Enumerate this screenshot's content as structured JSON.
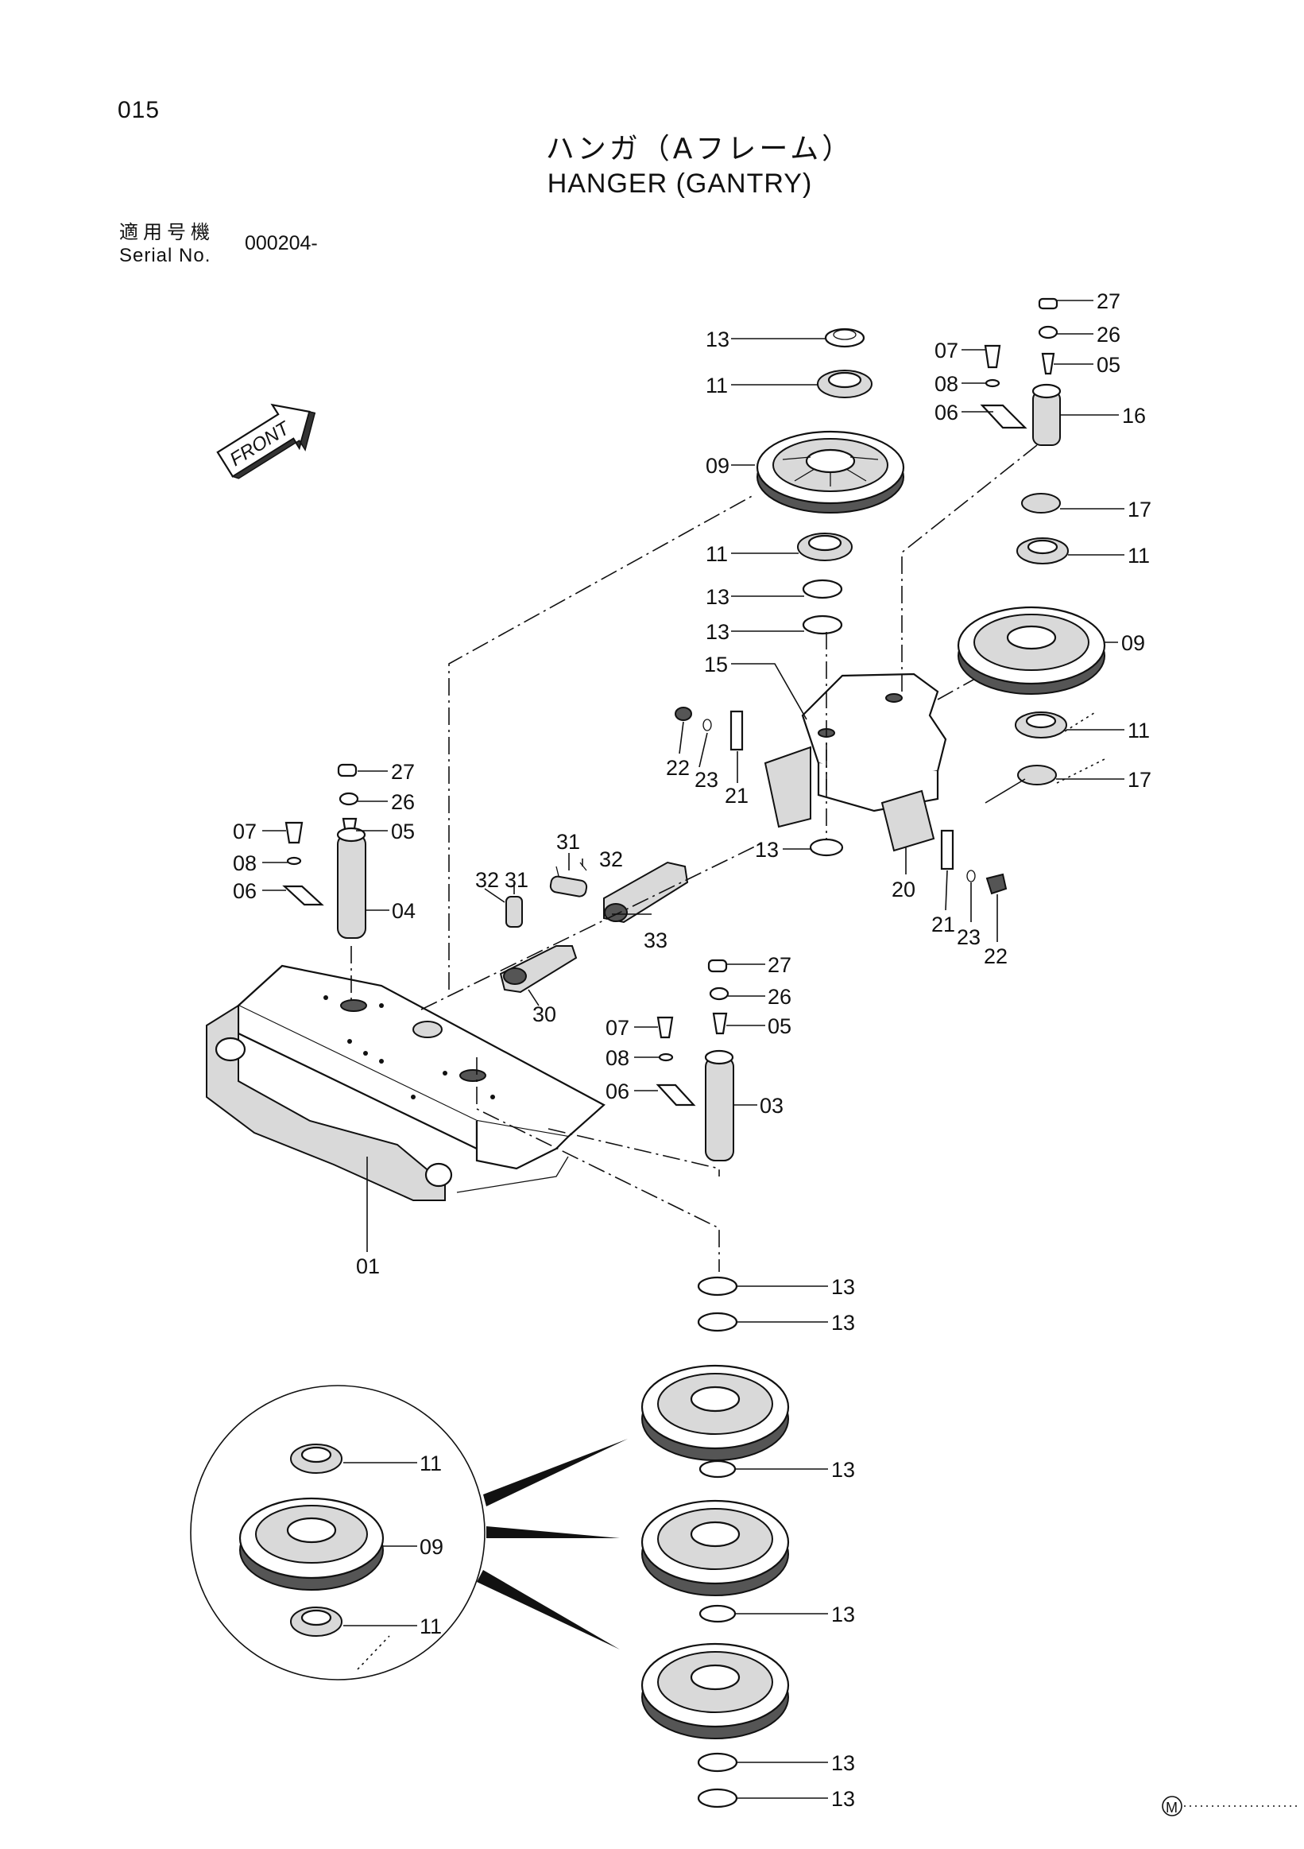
{
  "page": {
    "number": "015",
    "title_jp": "ハンガ（Aフレーム）",
    "title_en": "HANGER (GANTRY)",
    "serial_label_jp": "適用号機",
    "serial_label_en": "Serial No.",
    "serial_value": "000204-"
  },
  "diagram": {
    "front_marker": "FRONT",
    "corner_mark": "M",
    "callouts": {
      "c13_top": "13",
      "c11_a": "11",
      "c09_a": "09",
      "c11_b": "11",
      "c13_b": "13",
      "c13_c": "13",
      "c27_r": "27",
      "c26_r": "26",
      "c05_r": "05",
      "c07_r": "07",
      "c08_r": "08",
      "c06_r": "06",
      "c16": "16",
      "c17_a": "17",
      "c11_c": "11",
      "c09_b": "09",
      "c11_d": "11",
      "c17_b": "17",
      "c15": "15",
      "c22_a": "22",
      "c23_a": "23",
      "c21_a": "21",
      "c13_d": "13",
      "c20": "20",
      "c21_b": "21",
      "c23_b": "23",
      "c22_b": "22",
      "c27_l": "27",
      "c26_l": "26",
      "c05_l": "05",
      "c07_l": "07",
      "c08_l": "08",
      "c06_l": "06",
      "c04": "04",
      "c31_a": "31",
      "c32_a": "32",
      "c32_b": "32",
      "c31_b": "31",
      "c33": "33",
      "c30": "30",
      "c27_m": "27",
      "c26_m": "26",
      "c05_m": "05",
      "c07_m": "07",
      "c08_m": "08",
      "c06_m": "06",
      "c03": "03",
      "c01": "01",
      "c13_e": "13",
      "c13_f": "13",
      "c13_g": "13",
      "c13_h": "13",
      "c13_i": "13",
      "c13_j": "13",
      "c11_e": "11",
      "c09_c": "09",
      "c11_f": "11"
    }
  }
}
